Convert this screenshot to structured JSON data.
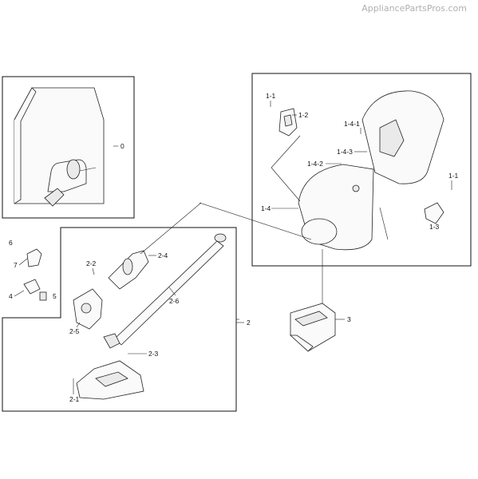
{
  "watermark": "AppliancePartsPros.com",
  "callouts": {
    "c0": "0",
    "c1_1a": "1-1",
    "c1_2": "1-2",
    "c1_4_1": "1-4-1",
    "c1_4_3": "1-4-3",
    "c1_4_2": "1-4-2",
    "c1_4": "1-4",
    "c1_1b": "1-1",
    "c1_3": "1-3",
    "c3": "3",
    "c2": "2",
    "c6": "6",
    "c7": "7",
    "c4": "4",
    "c5": "5",
    "c2_2": "2-2",
    "c2_4": "2-4",
    "c2_6": "2-6",
    "c2_5": "2-5",
    "c2_3": "2-3",
    "c2_1": "2-1"
  }
}
